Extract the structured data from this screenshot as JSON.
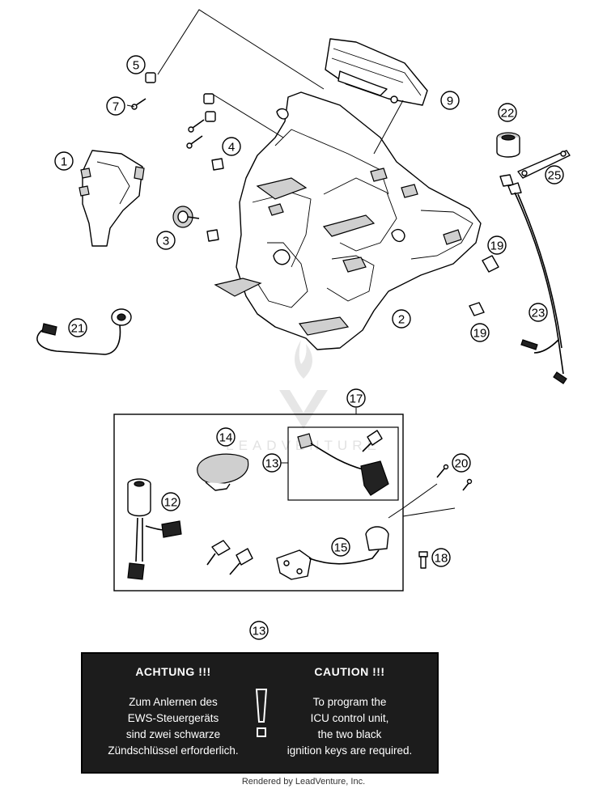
{
  "callouts": [
    {
      "id": "c1",
      "label": "1"
    },
    {
      "id": "c2",
      "label": "2"
    },
    {
      "id": "c3",
      "label": "3"
    },
    {
      "id": "c4",
      "label": "4"
    },
    {
      "id": "c5",
      "label": "5"
    },
    {
      "id": "c7",
      "label": "7"
    },
    {
      "id": "c9",
      "label": "9"
    },
    {
      "id": "c12",
      "label": "12"
    },
    {
      "id": "c13a",
      "label": "13"
    },
    {
      "id": "c13b",
      "label": "13"
    },
    {
      "id": "c14",
      "label": "14"
    },
    {
      "id": "c15",
      "label": "15"
    },
    {
      "id": "c17",
      "label": "17"
    },
    {
      "id": "c18",
      "label": "18"
    },
    {
      "id": "c19a",
      "label": "19"
    },
    {
      "id": "c19b",
      "label": "19"
    },
    {
      "id": "c20",
      "label": "20"
    },
    {
      "id": "c21",
      "label": "21"
    },
    {
      "id": "c22",
      "label": "22"
    },
    {
      "id": "c23",
      "label": "23"
    },
    {
      "id": "c25",
      "label": "25"
    }
  ],
  "watermark": {
    "text": "LEADVENTURE"
  },
  "caution": {
    "de": {
      "heading": "ACHTUNG !!!",
      "lines": [
        "Zum Anlernen des",
        "EWS-Steuergeräts",
        "sind zwei schwarze",
        "Zündschlüssel erforderlich."
      ]
    },
    "en": {
      "heading": "CAUTION !!!",
      "lines": [
        "To program the",
        "ICU control unit,",
        "the two black",
        "ignition keys are required."
      ]
    }
  },
  "footer": {
    "text": "Rendered by LeadVenture, Inc."
  }
}
